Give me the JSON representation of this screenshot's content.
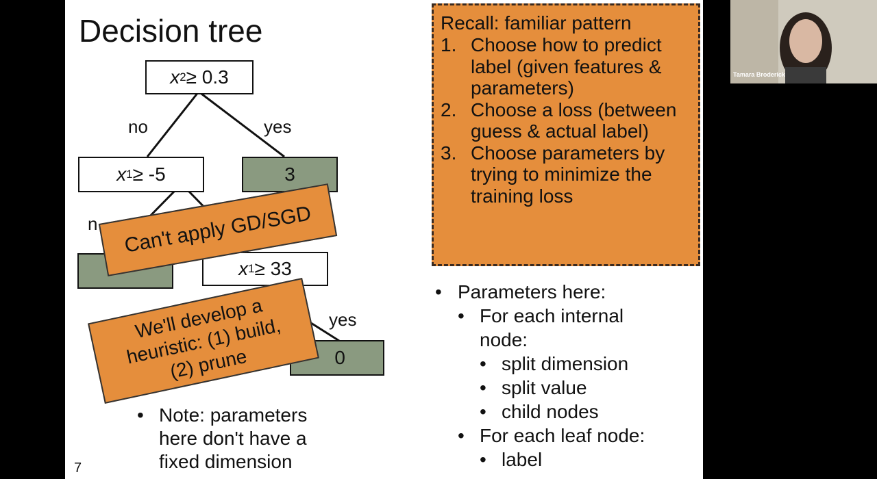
{
  "slide": {
    "title": "Decision tree",
    "page_number": "7",
    "tree": {
      "root": {
        "var": "x",
        "sub": "2",
        "rest": " ≥ 0.3"
      },
      "left": {
        "var": "x",
        "sub": "1",
        "rest": " ≥ -5"
      },
      "right_leaf": "3",
      "lower": {
        "var": "x",
        "sub": "1",
        "rest": " ≥ 33"
      },
      "lower_right_leaf": "0",
      "edge_no": "no",
      "edge_yes": "yes",
      "edge_yes2": "yes",
      "edge_partial": "n"
    },
    "overlay1": "Can't apply GD/SGD",
    "overlay2_lines": [
      "We'll develop a",
      "heuristic: (1) build,",
      "(2) prune"
    ],
    "note_lines": [
      "Note: parameters",
      "here don't have a",
      "fixed dimension"
    ],
    "recall": {
      "head": "Recall: familiar pattern",
      "items": [
        {
          "num": "1.",
          "text": "Choose how to predict label (given features & parameters)"
        },
        {
          "num": "2.",
          "text": "Choose a loss (between guess & actual label)"
        },
        {
          "num": "3.",
          "text": "Choose parameters by trying to minimize the training loss"
        }
      ]
    },
    "params": {
      "header": "Parameters here:",
      "internal_header": "For each internal",
      "internal_header2": "node:",
      "internal_items": [
        "split dimension",
        "split value",
        "child nodes"
      ],
      "leaf_header": "For each leaf node:",
      "leaf_items": [
        "label"
      ]
    }
  },
  "video": {
    "caption": "Tamara Broderick"
  }
}
